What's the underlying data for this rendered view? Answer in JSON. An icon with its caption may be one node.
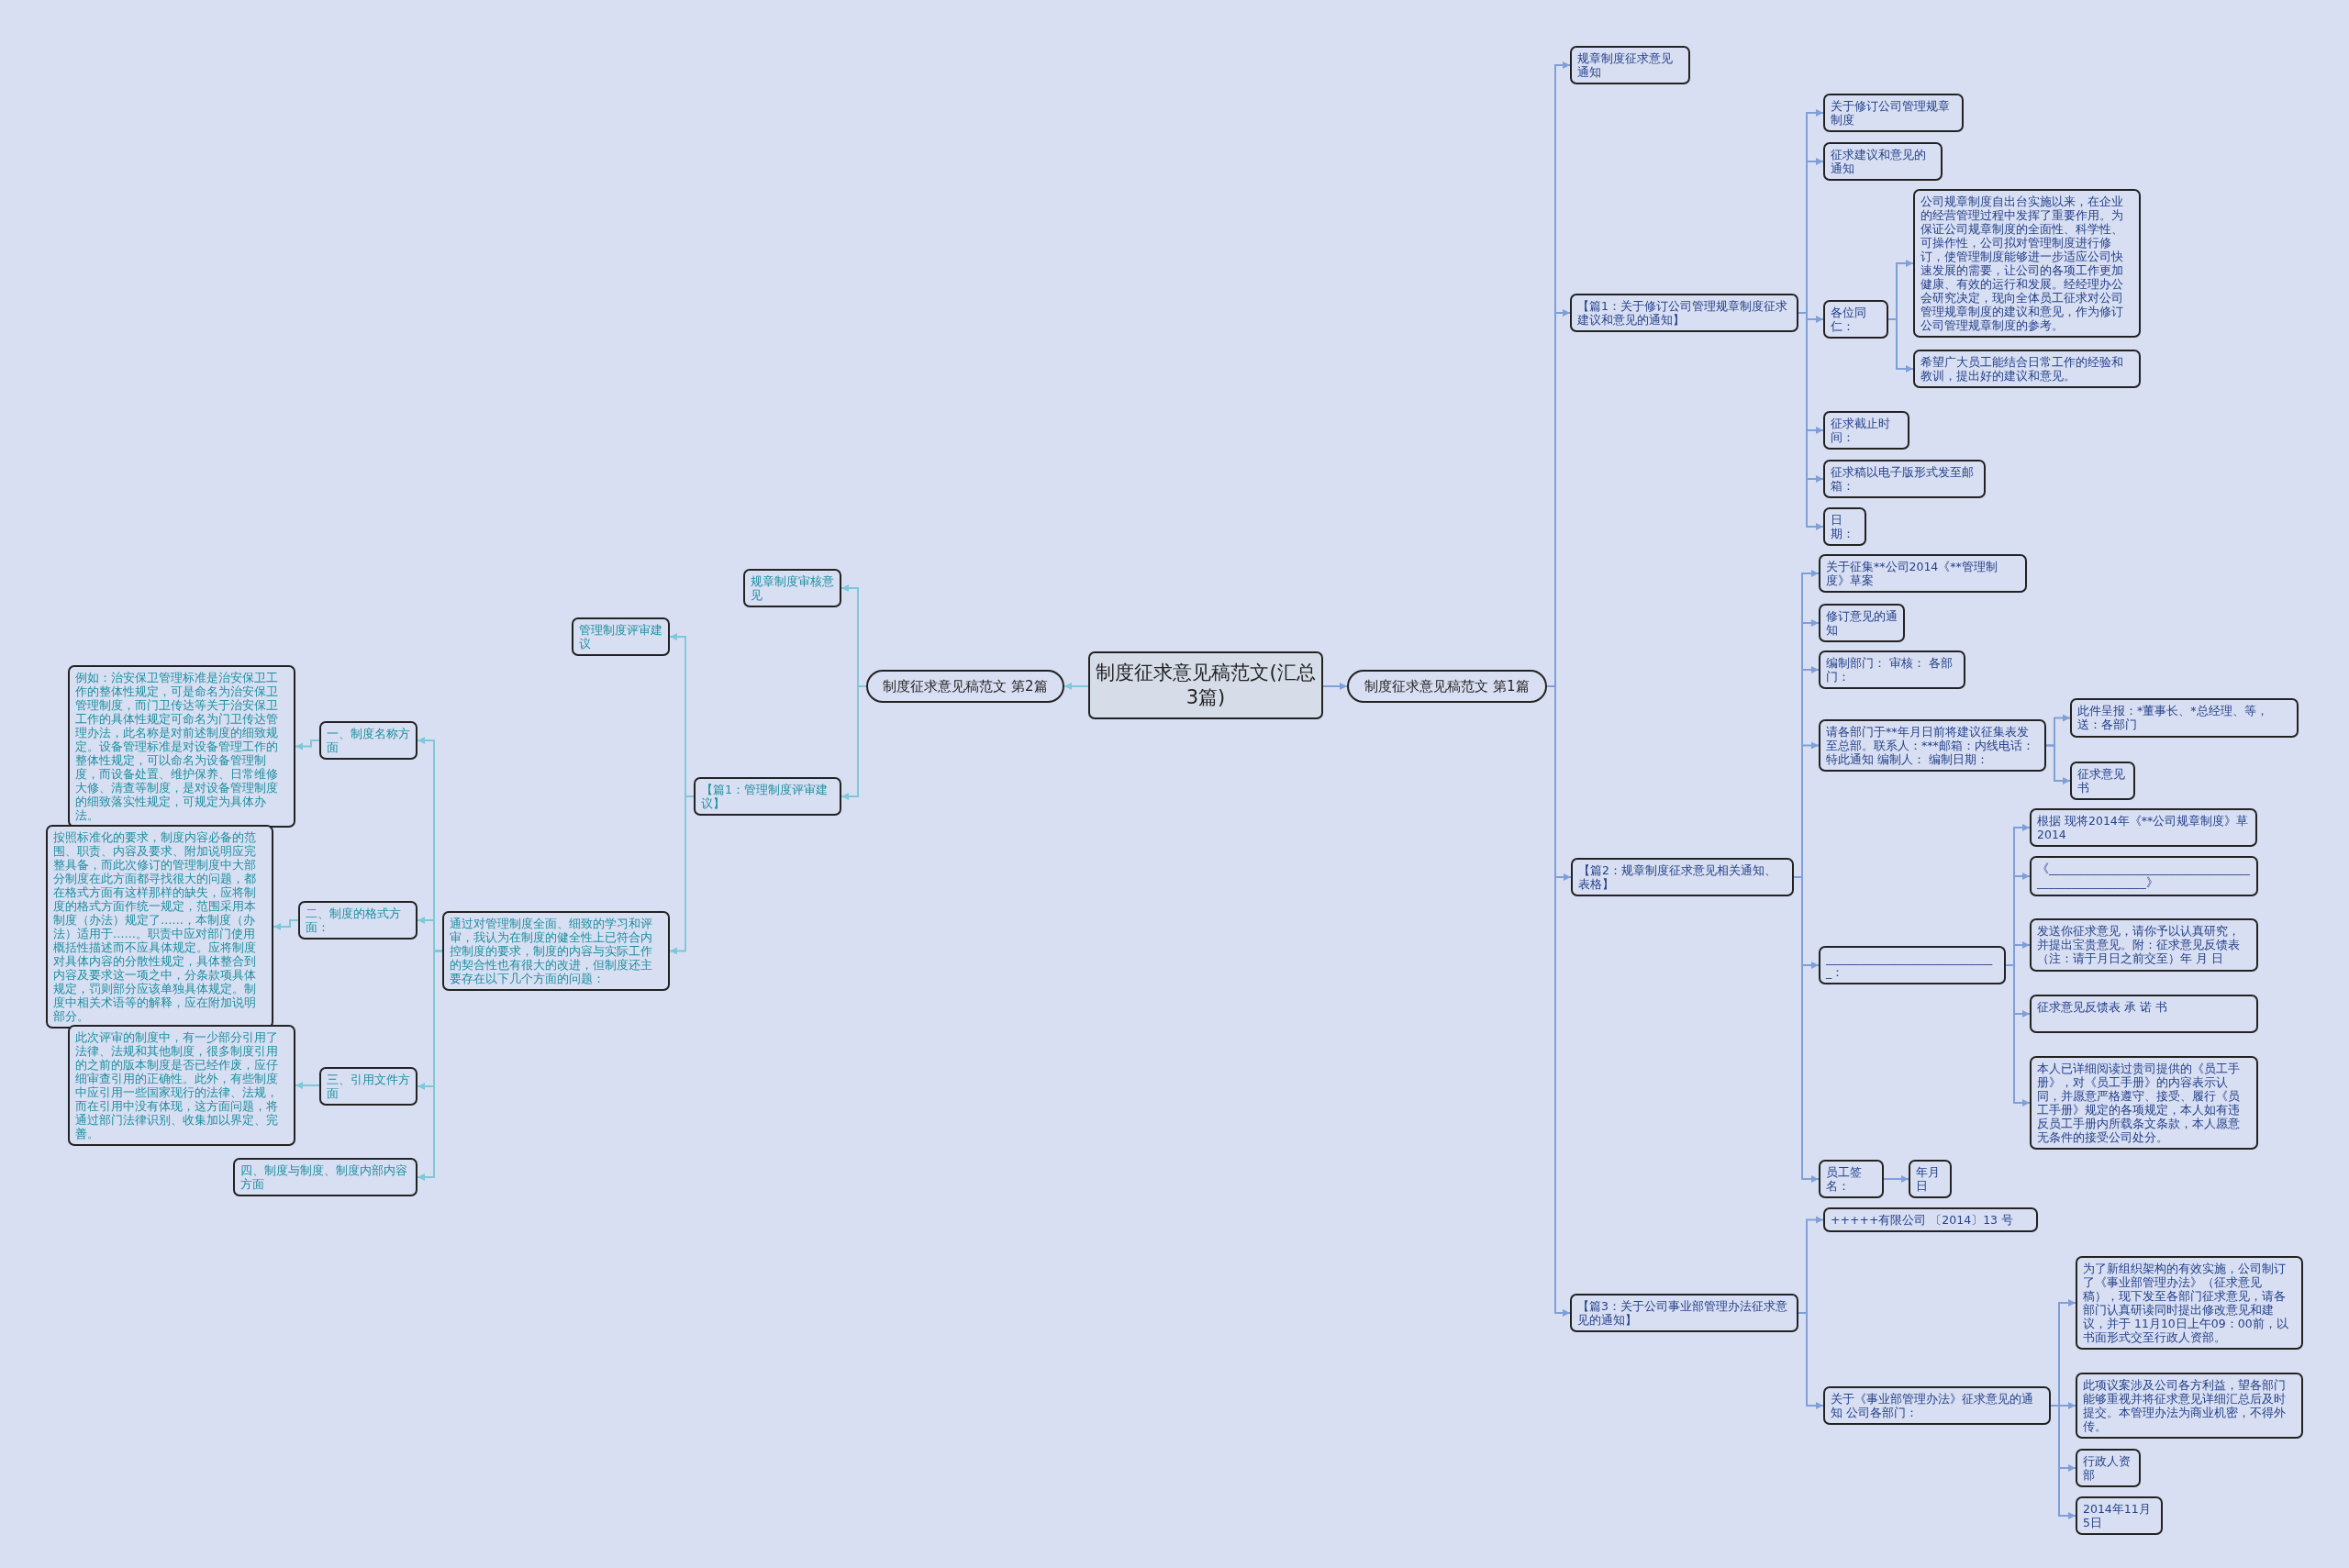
{
  "diagram": {
    "nodes": [
      {
        "text": [
          "制度征求意见稿范文(汇总3篇)"
        ]
      },
      {
        "text": [
          "制度征求意见稿范文 第2篇"
        ]
      },
      {
        "text": [
          "规章制度审核意见"
        ]
      },
      {
        "text": [
          "管理制度评审建议"
        ]
      },
      {
        "text": [
          "【篇1：管理制度评审建议】"
        ]
      },
      {
        "text": [
          "通过对管理制度全面、细致的学习和评审，我认为在制度的健全性上已符合内控制度的要求，制度的内容与实际工作的契合性也有很大的改进，但制度还主要存在以下几个方面的问题："
        ]
      },
      {
        "text": [
          "一、制度名称方面"
        ]
      },
      {
        "text": [
          "例如：治安保卫管理标准是治安保卫工作的整体性规定，可是命名为治安保卫管理制度，而门卫传达等关于治安保卫工作的具体性规定可命名为门卫传达管理办法，此名称是对前述制度的细致规定。设备管理标准是对设备管理工作的整体性规定，可以命名为设备管理制度，而设备处置、维护保养、日常维修大修、清查等制度，是对设备管理制度的细致落实性规定，可规定为具体办法。"
        ]
      },
      {
        "text": [
          "二、制度的格式方面："
        ]
      },
      {
        "text": [
          "按照标准化的要求，制度内容必备的范围、职责、内容及要求、附加说明应完整具备，而此次修订的管理制度中大部分制度在此方面都寻找很大的问题，都在格式方面有这样那样的缺失，应将制度的格式方面作统一规定，范围采用本制度（办法）规定了……，本制度（办法）适用于……。职责中应对部门使用概括性描述而不应具体规定。应将制度对具体内容的分散性规定，具体整合到内容及要求这一项之中，分条款项具体规定，罚则部分应该单独具体规定。制度中相关术语等的解释，应在附加说明部分。"
        ]
      },
      {
        "text": [
          "三、引用文件方面"
        ]
      },
      {
        "text": [
          "此次评审的制度中，有一少部分引用了法律、法规和其他制度，很多制度引用的之前的版本制度是否已经作废，应仔细审查引用的正确性。此外，有些制度中应引用一些国家现行的法律、法规，而在引用中没有体现，这方面问题，将通过部门法律识别、收集加以界定、完善。"
        ]
      },
      {
        "text": [
          "四、制度与制度、制度内部内容方面"
        ]
      },
      {
        "text": [
          "制度征求意见稿范文 第1篇"
        ]
      },
      {
        "text": [
          "规章制度征求意见通知"
        ]
      },
      {
        "text": [
          "【篇1：关于修订公司管理规章制度征求建议和意见的通知】"
        ]
      },
      {
        "text": [
          "关于修订公司管理规章制度"
        ]
      },
      {
        "text": [
          "征求建议和意见的通知"
        ]
      },
      {
        "text": [
          "各位同仁："
        ]
      },
      {
        "text": [
          "公司规章制度自出台实施以来，在企业的经营管理过程中发挥了重要作用。为保证公司规章制度的全面性、科学性、可操作性，公司拟对管理制度进行修订，使管理制度能够进一步适应公司快速发展的需要，让公司的各项工作更加健康、有效的运行和发展。经经理办公会研究决定，现向全体员工征求对公司管理规章制度的建议和意见，作为修订公司管理规章制度的参考。"
        ]
      },
      {
        "text": [
          "希望广大员工能结合日常工作的经验和教训，提出好的建议和意见。"
        ]
      },
      {
        "text": [
          "征求截止时间："
        ]
      },
      {
        "text": [
          "征求稿以电子版形式发至邮箱："
        ]
      },
      {
        "text": [
          "日期："
        ]
      },
      {
        "text": [
          "【篇2：规章制度征求意见相关通知、表格】"
        ]
      },
      {
        "text": [
          "关于征集**公司2014《**管理制度》草案"
        ]
      },
      {
        "text": [
          "修订意见的通知"
        ]
      },
      {
        "text": [
          "编制部门：  审核：  各部门："
        ]
      },
      {
        "text": [
          "请各部门于**年月日前将建议征集表发至总部。联系人：***邮箱：内线电话：特此通知 编制人：  编制日期："
        ]
      },
      {
        "text": [
          "此件呈报：*董事长、*总经理、等，送：各部门"
        ]
      },
      {
        "text": [
          "征求意见书"
        ]
      },
      {
        "text": [
          "______________________________："
        ]
      },
      {
        "text": [
          "根据 现将2014年《**公司规章制度》草2014"
        ]
      },
      {
        "text": [
          "《______________________________________________________》"
        ]
      },
      {
        "text": [
          "发送你征求意见，请你予以认真研究，并提出宝贵意见。附：征求意见反馈表（注：请于月日之前交至）年 月 日"
        ]
      },
      {
        "text": [
          "征求意见反馈表 承 诺 书"
        ]
      },
      {
        "text": [
          "本人已详细阅读过贵司提供的《员工手册》，对《员工手册》的内容表示认同，并愿意严格遵守、接受、履行《员工手册》规定的各项规定，本人如有违反员工手册内所载条文条款，本人愿意无条件的接受公司处分。"
        ]
      },
      {
        "text": [
          "员工签名："
        ]
      },
      {
        "text": [
          "年月日"
        ]
      },
      {
        "text": [
          "【篇3：关于公司事业部管理办法征求意见的通知】"
        ]
      },
      {
        "text": [
          "+++++有限公司 〔2014〕13 号"
        ]
      },
      {
        "text": [
          "关于《事业部管理办法》征求意见的通知 公司各部门："
        ]
      },
      {
        "text": [
          "为了新组织架构的有效实施，公司制订了《事业部管理办法》（征求意见稿），现下发至各部门征求意见，请各部门认真研读同时提出修改意见和建议，并于 11月10日上午09：00前，以书面形式交至行政人资部。"
        ]
      },
      {
        "text": [
          "此项议案涉及公司各方利益，望各部门能够重视并将征求意见详细汇总后及时提交。本管理办法为商业机密，不得外传。"
        ]
      },
      {
        "text": [
          "行政人资部"
        ]
      },
      {
        "text": [
          "2014年11月5日"
        ]
      }
    ],
    "edges": [
      {
        "from": 0,
        "to": 1,
        "arrow": "to",
        "color": "#7ec8d8"
      },
      {
        "from": 1,
        "to": 2,
        "arrow": "to",
        "color": "#7ec8d8"
      },
      {
        "from": 1,
        "to": 4,
        "arrow": "to",
        "color": "#7ec8d8"
      },
      {
        "from": 4,
        "to": 3,
        "arrow": "to",
        "color": "#7ec8d8"
      },
      {
        "from": 4,
        "to": 5,
        "arrow": "to",
        "color": "#7ec8d8"
      },
      {
        "from": 5,
        "to": 6,
        "arrow": "to",
        "color": "#7ec8d8"
      },
      {
        "from": 6,
        "to": 7,
        "arrow": "to",
        "color": "#7ec8d8"
      },
      {
        "from": 5,
        "to": 8,
        "arrow": "to",
        "color": "#7ec8d8"
      },
      {
        "from": 8,
        "to": 9,
        "arrow": "to",
        "color": "#7ec8d8"
      },
      {
        "from": 5,
        "to": 10,
        "arrow": "to",
        "color": "#7ec8d8"
      },
      {
        "from": 10,
        "to": 11,
        "arrow": "to",
        "color": "#7ec8d8"
      },
      {
        "from": 5,
        "to": 12,
        "arrow": "to",
        "color": "#7ec8d8"
      },
      {
        "from": 0,
        "to": 13,
        "arrow": "to"
      },
      {
        "from": 13,
        "to": 14,
        "arrow": "to"
      },
      {
        "from": 13,
        "to": 15,
        "arrow": "to"
      },
      {
        "from": 15,
        "to": 16,
        "arrow": "to"
      },
      {
        "from": 15,
        "to": 17,
        "arrow": "to"
      },
      {
        "from": 15,
        "to": 18,
        "arrow": "to"
      },
      {
        "from": 18,
        "to": 19,
        "arrow": "to"
      },
      {
        "from": 18,
        "to": 20,
        "arrow": "to"
      },
      {
        "from": 15,
        "to": 21,
        "arrow": "to"
      },
      {
        "from": 15,
        "to": 22,
        "arrow": "to"
      },
      {
        "from": 15,
        "to": 23,
        "arrow": "to"
      },
      {
        "from": 13,
        "to": 24,
        "arrow": "to"
      },
      {
        "from": 24,
        "to": 25,
        "arrow": "to"
      },
      {
        "from": 24,
        "to": 26,
        "arrow": "to"
      },
      {
        "from": 24,
        "to": 27,
        "arrow": "to"
      },
      {
        "from": 24,
        "to": 28,
        "arrow": "to"
      },
      {
        "from": 28,
        "to": 29,
        "arrow": "to"
      },
      {
        "from": 28,
        "to": 30,
        "arrow": "to"
      },
      {
        "from": 24,
        "to": 31,
        "arrow": "to"
      },
      {
        "from": 31,
        "to": 32,
        "arrow": "to"
      },
      {
        "from": 31,
        "to": 33,
        "arrow": "to"
      },
      {
        "from": 31,
        "to": 34,
        "arrow": "to"
      },
      {
        "from": 31,
        "to": 35,
        "arrow": "to"
      },
      {
        "from": 31,
        "to": 36,
        "arrow": "to"
      },
      {
        "from": 24,
        "to": 37,
        "arrow": "to"
      },
      {
        "from": 37,
        "to": 38,
        "arrow": "to"
      },
      {
        "from": 13,
        "to": 39,
        "arrow": "to"
      },
      {
        "from": 39,
        "to": 40,
        "arrow": "to"
      },
      {
        "from": 39,
        "to": 41,
        "arrow": "to"
      },
      {
        "from": 41,
        "to": 42,
        "arrow": "to"
      },
      {
        "from": 41,
        "to": 43,
        "arrow": "to"
      },
      {
        "from": 41,
        "to": 44,
        "arrow": "to"
      },
      {
        "from": 41,
        "to": 45,
        "arrow": "to"
      }
    ]
  }
}
